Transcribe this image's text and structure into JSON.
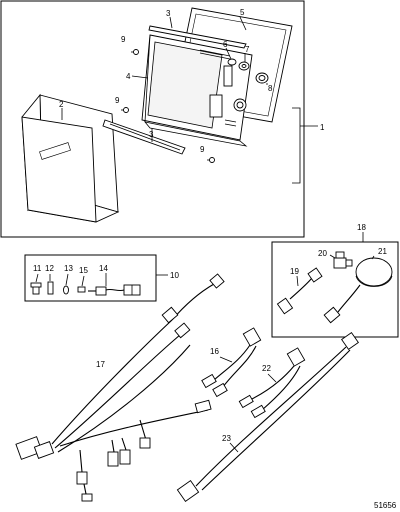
{
  "labels": {
    "l1": "1",
    "l2": "2",
    "l3a": "3",
    "l3b": "3",
    "l4": "4",
    "l5": "5",
    "l6": "6",
    "l7": "7",
    "l8": "8",
    "l9a": "9",
    "l9b": "9",
    "l9c": "9",
    "l10": "10",
    "l11": "11",
    "l12": "12",
    "l13": "13",
    "l14": "14",
    "l15": "15",
    "l16": "16",
    "l17": "17",
    "l18": "18",
    "l19": "19",
    "l20": "20",
    "l21": "21",
    "l22": "22",
    "l23": "23"
  },
  "reference_number": "51656"
}
